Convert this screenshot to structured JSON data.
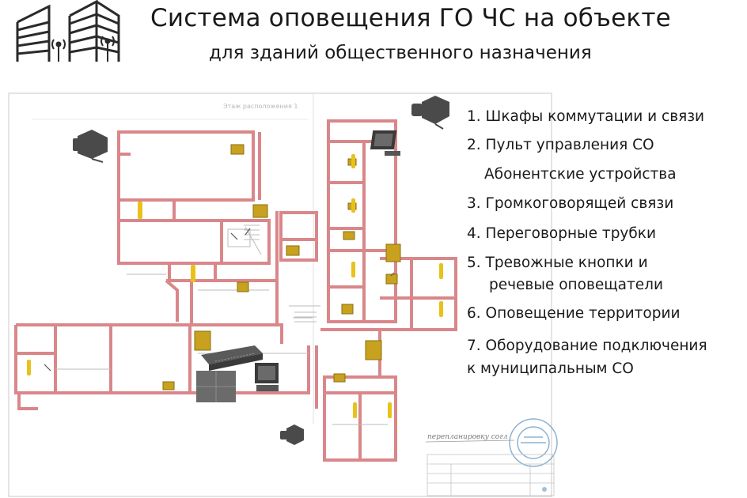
{
  "header": {
    "title": "Система оповещения ГО ЧС на объекте",
    "subtitle": "для зданий общественного назначения"
  },
  "plan": {
    "floor_caption": "Этаж расположения 1",
    "signature": "перепланировку согл"
  },
  "legend": {
    "items": [
      "1. Шкафы коммутации и связи",
      "2. Пульт управления СО",
      "Абонентские устройства",
      "3. Громкоговорящей связи",
      "4. Переговорные трубки",
      "5. Тревожные кнопки и",
      "речевые оповещатели",
      "6. Оповещение территории",
      "7. Оборудование подключения",
      "к муниципальным СО"
    ]
  },
  "colors": {
    "wall": "#d9878a",
    "device": "#c8a21e",
    "phone": "#e8c21a",
    "speaker": "#4a4a4a",
    "stamp": "#7aa5c9"
  },
  "icons": [
    "building-logo-icon",
    "antenna-icon",
    "loudspeaker-icon",
    "monitor-icon",
    "switch-rack-icon",
    "call-panel-icon",
    "phone-handset-icon",
    "server-cabinet-icon",
    "stamp-seal-icon"
  ]
}
